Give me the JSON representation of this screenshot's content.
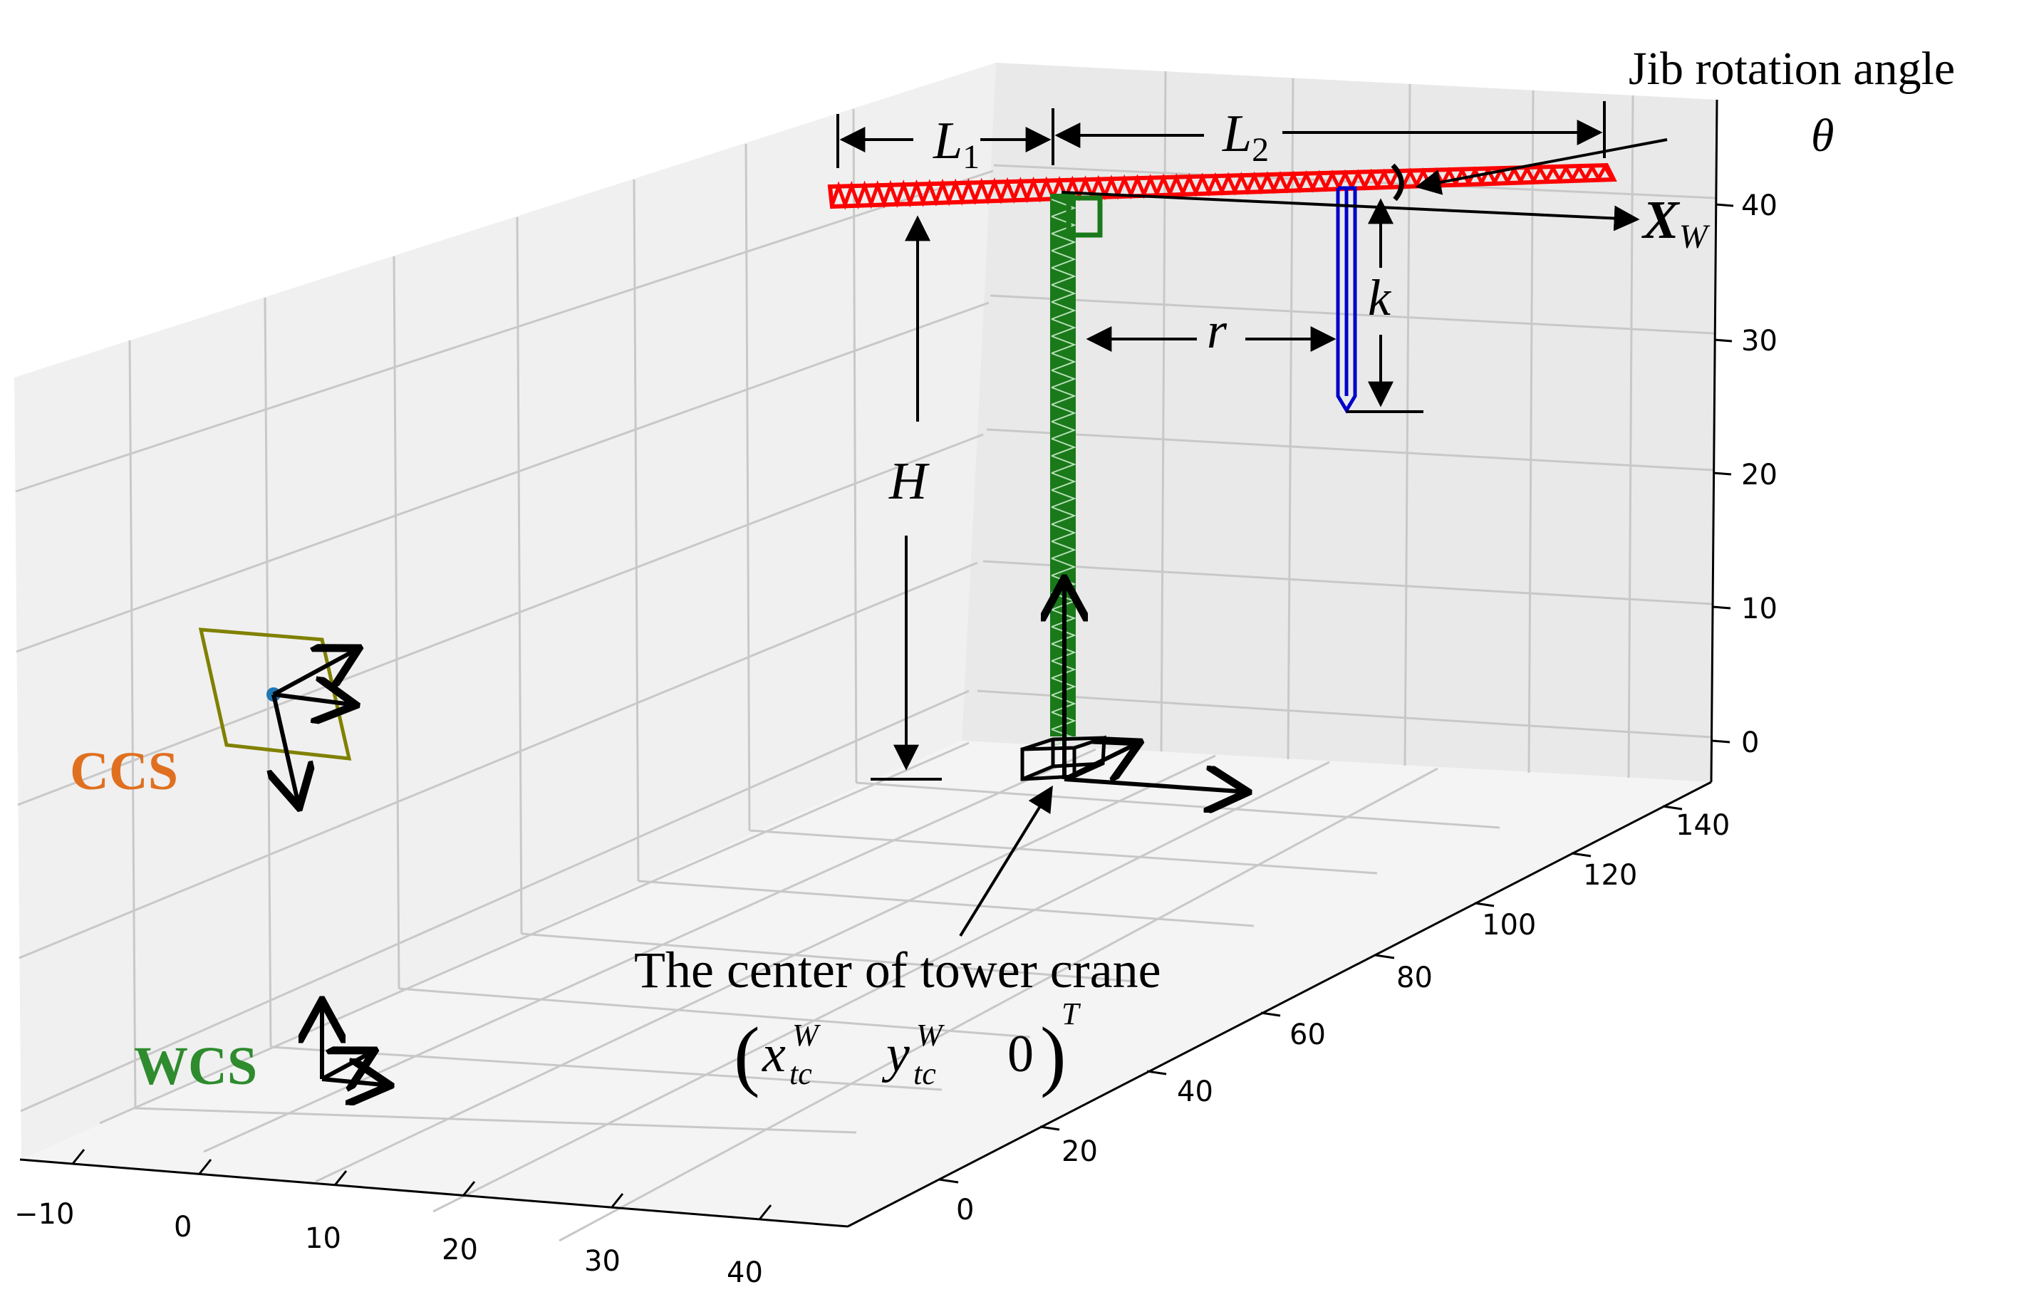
{
  "axes": {
    "x_ticks": [
      "−10",
      "0",
      "10",
      "20",
      "30",
      "40"
    ],
    "y_ticks": [
      "0",
      "20",
      "40",
      "60",
      "80",
      "100",
      "120",
      "140"
    ],
    "z_ticks": [
      "0",
      "10",
      "20",
      "30",
      "40"
    ]
  },
  "labels": {
    "jib_title": "Jib rotation angle",
    "theta": "θ",
    "L1": "L",
    "L1_sub": "1",
    "L2": "L",
    "L2_sub": "2",
    "XW": "X",
    "XW_sub": "W",
    "k": "k",
    "r": "r",
    "H": "H",
    "CCS": "CCS",
    "WCS": "WCS",
    "center_title": "The center of tower crane",
    "x_sym": "x",
    "y_sym": "y",
    "sup_W": "W",
    "sub_tc": "tc",
    "zero": "0",
    "T": "T"
  },
  "colors": {
    "jib": "#ff0000",
    "mast": "#1a7a1a",
    "hook": "#0000cc",
    "ccs": "#e07020",
    "wcs": "#2e8b2e",
    "camera": "#808000",
    "grid": "#c8c8c8",
    "pane_left": "#f0f0f0",
    "pane_back": "#e9e9e9",
    "pane_floor": "#f4f4f4"
  }
}
